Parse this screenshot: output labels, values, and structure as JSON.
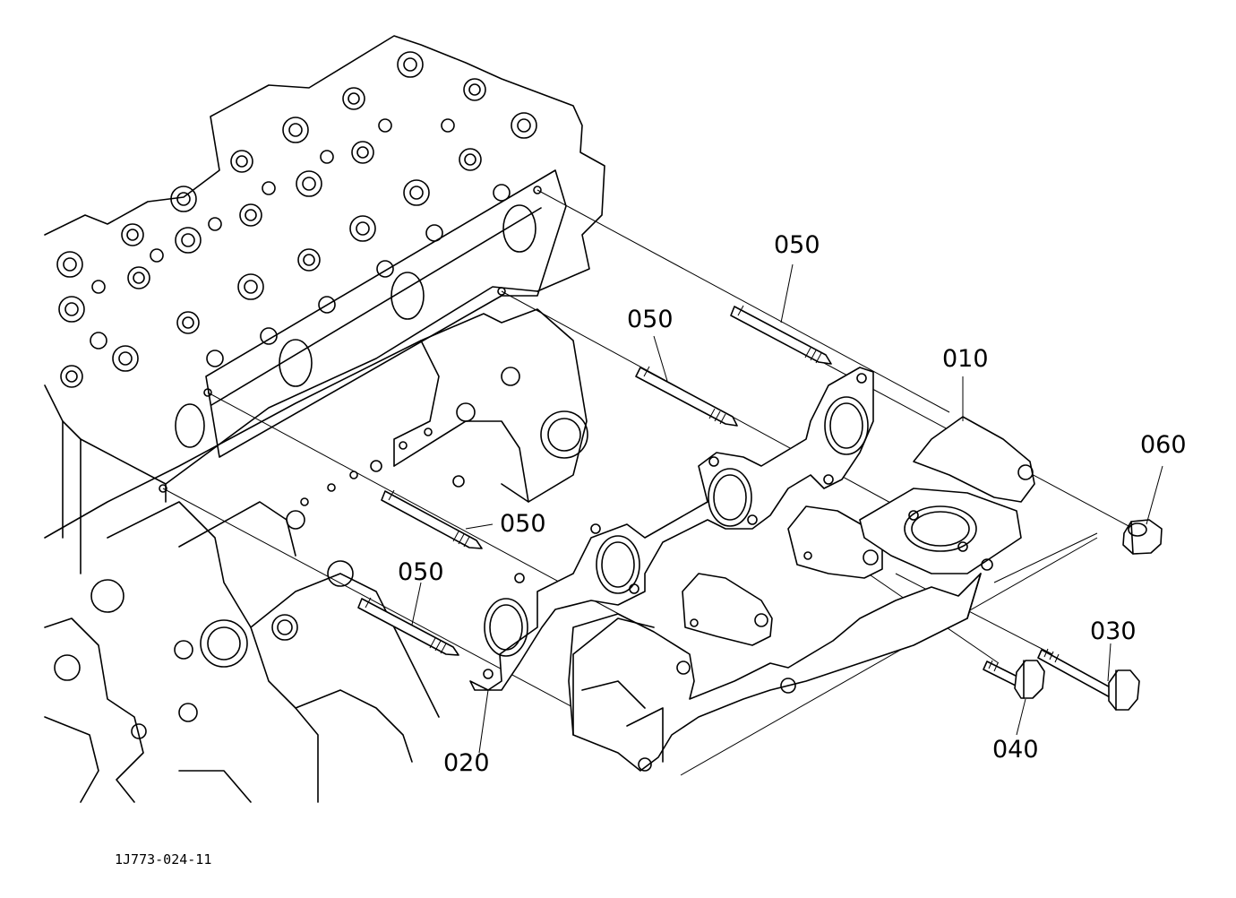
{
  "figure_code": "1J773-024-11",
  "callouts": {
    "c010": "010",
    "c020": "020",
    "c030": "030",
    "c040": "040",
    "c050a": "050",
    "c050b": "050",
    "c050c": "050",
    "c050d": "050",
    "c060": "060"
  }
}
